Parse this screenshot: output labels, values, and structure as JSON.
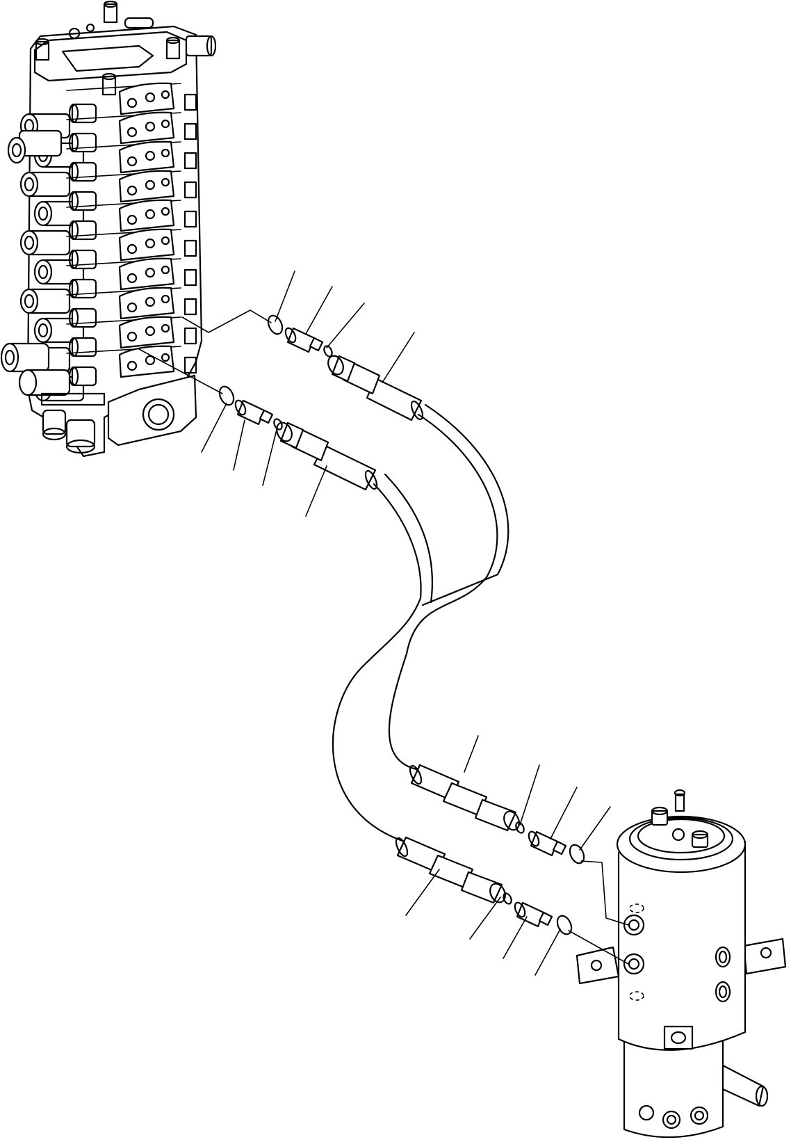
{
  "diagram": {
    "type": "exploded-parts-illustration",
    "components": [
      {
        "id": "control-valve",
        "icon": "valve-block-icon"
      },
      {
        "id": "swivel-joint",
        "icon": "swivel-joint-icon"
      },
      {
        "id": "hose-upper",
        "icon": "hydraulic-hose-icon"
      },
      {
        "id": "hose-lower",
        "icon": "hydraulic-hose-icon"
      }
    ],
    "callout_count": 16,
    "line_color": "#000000",
    "background_color": "#ffffff"
  }
}
